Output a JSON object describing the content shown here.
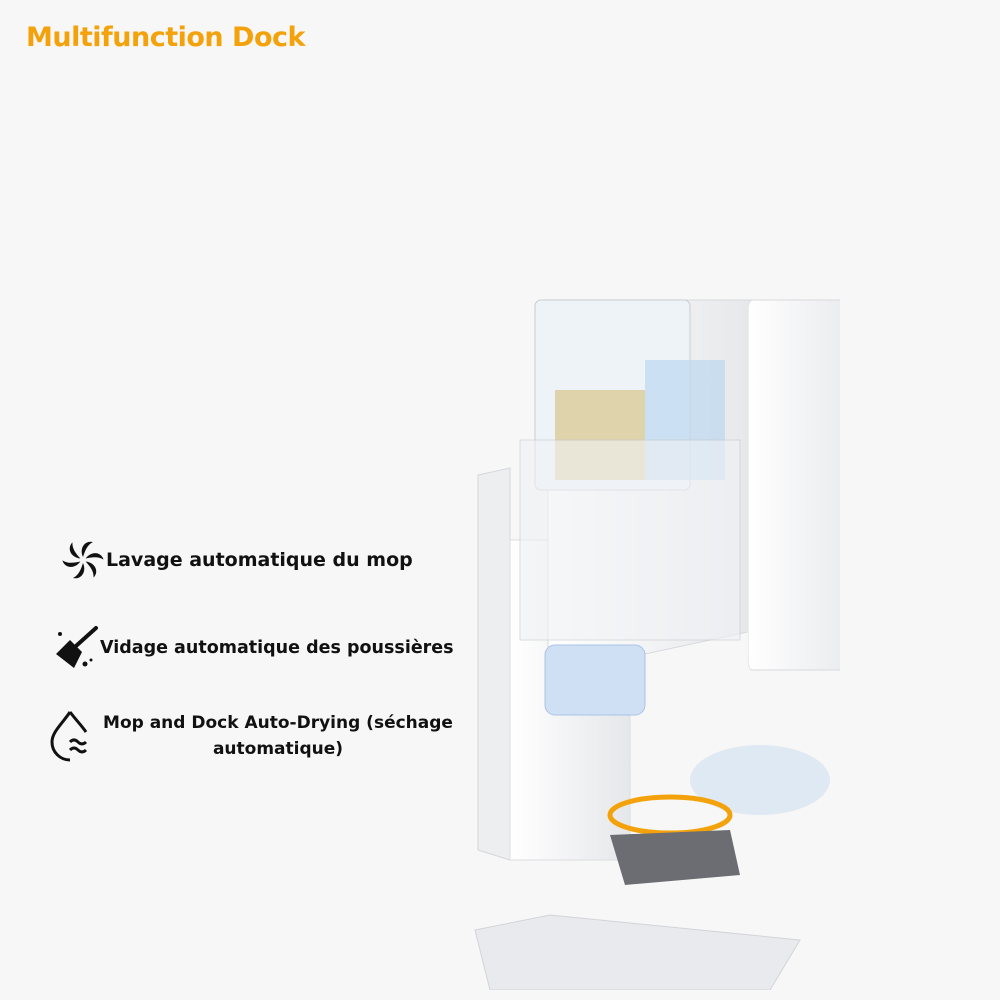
{
  "title": "Multifunction Dock",
  "features": [
    {
      "icon": "fan-icon",
      "label": "Lavage automatique du mop"
    },
    {
      "icon": "broom-icon",
      "label": "Vidage automatique des poussières"
    },
    {
      "icon": "water-drop-icon",
      "label": "Mop and Dock Auto-Drying (séchage automatique)"
    }
  ],
  "colors": {
    "title": "#f4a20c",
    "background": "#f7f7f7"
  }
}
